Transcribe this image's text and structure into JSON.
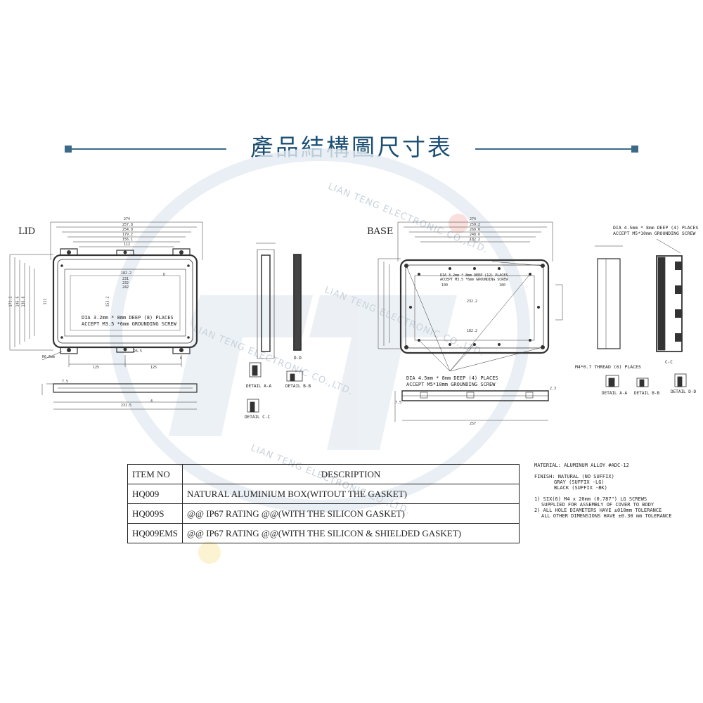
{
  "header": {
    "title": "產品結構圖尺寸表"
  },
  "watermark": {
    "text": "LIAN TENG ELECTRONIC CO.,LTD.",
    "mark": "LT"
  },
  "lid": {
    "label": "LID",
    "hole_note": [
      "DIA 3.2mm * 8mm DEEP (8) PLACES",
      "ACCEPT M3.5 *6mm GROUNDING SCREW"
    ],
    "details": [
      "DETAIL A-A",
      "DETAIL B-B",
      "DETAIL C-C"
    ],
    "dims_top": [
      "274",
      "257.8",
      "254.8",
      "179.2",
      "156.1",
      "112"
    ],
    "dims_inner": [
      "182.2",
      "231",
      "232",
      "242",
      "D"
    ],
    "dims_bottom": [
      "125",
      "125",
      "26.5",
      "6",
      "R6.6mm"
    ],
    "dims_side": [
      "171.2",
      "146.6",
      "136.6",
      "153.2",
      "111"
    ],
    "profile": [
      "231.5",
      "4",
      "7.5"
    ],
    "section_label": "D-D"
  },
  "base": {
    "label": "BASE",
    "hole_note_top": [
      "DIA 4.5mm * 8mm DEEP (4) PLACES",
      "ACCEPT M5*10mm GROUNDING SCREW"
    ],
    "hole_note_inner": [
      "DIA 3.2mm * 8mm DEEP (12) PLACES",
      "ACCEPT M3.5 *6mm GROUNDING SCREW"
    ],
    "hole_note_bottom": [
      "DIA 4.5mm * 8mm DEEP (4) PLACES",
      "ACCEPT M5*10mm GROUNDING SCREW"
    ],
    "thread_note": "M4*0.7 THREAD (6) PLACES",
    "details": [
      "DETAIL A-A",
      "DETAIL B-B",
      "DETAIL D-D"
    ],
    "dims_top": [
      "274",
      "259.2",
      "260.6",
      "248.6",
      "182.2"
    ],
    "dims_inner": [
      "100",
      "100",
      "232.2",
      "182.2"
    ],
    "dims_bottom": [
      "257",
      "7.5",
      "2.3"
    ],
    "section_label": "C-C"
  },
  "table": {
    "header": [
      "ITEM NO",
      "DESCRIPTION"
    ],
    "rows": [
      [
        "HQ009",
        "NATURAL ALUMINIUM BOX(WITOUT THE GASKET)"
      ],
      [
        "HQ009S",
        "@@ IP67 RATING @@(WITH THE SILICON GASKET)"
      ],
      [
        "HQ009EMS",
        "@@ IP67 RATING @@(WITH THE  SILICON & SHIELDED GASKET)"
      ]
    ]
  },
  "spec_notes": {
    "material": "MATERIAL: ALUMINUM ALLOY #ADC-12",
    "finish": [
      "FINISH: NATURAL (NO SUFFIX)",
      "GRAY (SUFFIX -LG)",
      "BLACK (SUFFIX -BK)"
    ],
    "notes": [
      "1) SIX(6) M4 x 20mm (0.787\") LG SCREWS",
      "SUPPLIED FOR ASSEMBLY OF COVER TO BODY",
      "2) ALL HOLE DIAMETERS HAVE ±010mm TOLERANCE",
      "ALL OTHER DIMENSIONS HAVE ±0.30 mm TOLERANCE"
    ]
  }
}
